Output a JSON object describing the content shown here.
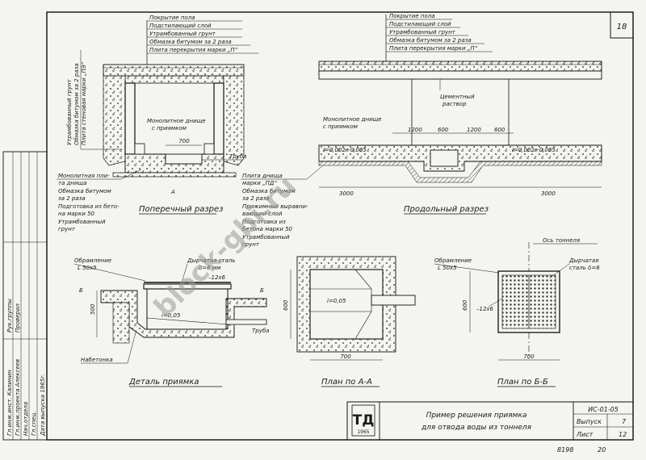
{
  "sheet_number": "18",
  "cross_section": {
    "layers": [
      "Покрытие пола",
      "Подстилающий слой",
      "Утрамбованный грунт",
      "Обмазка битумом за 2 раза",
      "Плита перекрытия марки „П“"
    ],
    "side_layers": [
      "Утрамбованный грунт",
      "Обмазка битумом за 2 раза",
      "Плита стеновая марки „ПЭ“"
    ],
    "inner_label_1": "Монолитное днище",
    "inner_label_2": "с приямком",
    "dim_700": "700",
    "pipe": "Труба",
    "marker_a": "А",
    "bottom_layers": [
      "Монолитная пли-",
      "та днища",
      "Обмазка битумом",
      "за 2 раза",
      "Подготовка из бето-",
      "на марки 50",
      "Утрамбованный",
      "грунт"
    ],
    "caption": "Поперечный разрез"
  },
  "long_section": {
    "layers": [
      "Покрытие пола",
      "Подстилающий слой",
      "Утрамбованный грунт",
      "Обмазка битумом за 2 раза",
      "Плита перекрытия марки „П“"
    ],
    "cement": "Цементный",
    "cement_2": "раствор",
    "inner_label_1": "Монолитное днище",
    "inner_label_2": "с приямком",
    "dims": [
      "1200",
      "600",
      "1200",
      "600"
    ],
    "slope_left": "i=0,002÷0,005",
    "slope_right": "i=0,002÷0,005",
    "dim_left": "3000",
    "dim_right": "3000",
    "bottom_layers": [
      "Плита днища",
      "марки „ПД“",
      "Обмазка битумом",
      "за 2 раза",
      "Прижимный выравни-",
      "вающий слой",
      "Подготовка из",
      "бетона марки 50",
      "Утрамбованный",
      "грунт"
    ],
    "caption": "Продольный разрез"
  },
  "detail": {
    "framing_1": "Обрамление",
    "framing_2": "L 50х5",
    "perforated": "Дырчатая сталь",
    "thickness": "δ=6 мм",
    "plate": "–12х6",
    "slope": "i=0,05",
    "dim_500": "500",
    "pipe": "Труба",
    "mark_b": "Б",
    "fillet": "Набетонка",
    "caption": "Деталь приямка"
  },
  "plan_a": {
    "dim_v": "600",
    "slope": "i=0,05",
    "dim_h": "700",
    "caption": "План по А-А"
  },
  "plan_b": {
    "axis": "Ось тоннеля",
    "framing_1": "Обрамление",
    "framing_2": "L 50х5",
    "perforated_1": "Дырчатая",
    "perforated_2": "сталь δ=6",
    "plate": "–12х6",
    "dim_v": "600",
    "dim_h": "700",
    "caption": "План по Б-Б"
  },
  "watermark": "block-gbi.ru",
  "title_block": {
    "logo_main": "ТД",
    "logo_year": "1965",
    "title_line_1": "Пример решения приямка",
    "title_line_2": "для отвода воды из тоннеля",
    "code": "ИС-01-05",
    "issue_label": "Выпуск",
    "issue_value": "7",
    "sheet_label": "Лист",
    "sheet_value": "12",
    "footer_1": "8198",
    "footer_2": "20"
  },
  "stamp": {
    "rows": [
      "Гл.инж.инст. Калинин",
      "Гл.инж.проекта Алексеев",
      "Нач.отдела",
      "Гл.спец.",
      "Рук.группы",
      "Проверил",
      "Дата выпуска 1965г."
    ]
  }
}
